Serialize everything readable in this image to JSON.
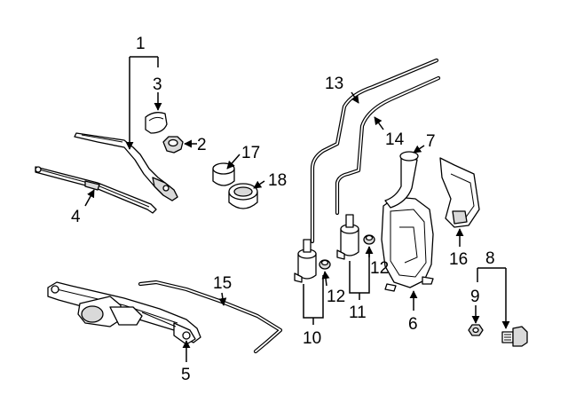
{
  "diagram": {
    "callouts": [
      {
        "id": "c1",
        "label": "1"
      },
      {
        "id": "c2",
        "label": "2"
      },
      {
        "id": "c3",
        "label": "3"
      },
      {
        "id": "c4",
        "label": "4"
      },
      {
        "id": "c5",
        "label": "5"
      },
      {
        "id": "c6",
        "label": "6"
      },
      {
        "id": "c7",
        "label": "7"
      },
      {
        "id": "c8",
        "label": "8"
      },
      {
        "id": "c9",
        "label": "9"
      },
      {
        "id": "c10",
        "label": "10"
      },
      {
        "id": "c11",
        "label": "11"
      },
      {
        "id": "c12a",
        "label": "12"
      },
      {
        "id": "c12b",
        "label": "12"
      },
      {
        "id": "c13",
        "label": "13"
      },
      {
        "id": "c14",
        "label": "14"
      },
      {
        "id": "c15",
        "label": "15"
      },
      {
        "id": "c16",
        "label": "16"
      },
      {
        "id": "c17",
        "label": "17"
      },
      {
        "id": "c18",
        "label": "18"
      }
    ],
    "colors": {
      "line": "#000000",
      "fill": "#ffffff",
      "shade": "#d9d9d9"
    }
  }
}
